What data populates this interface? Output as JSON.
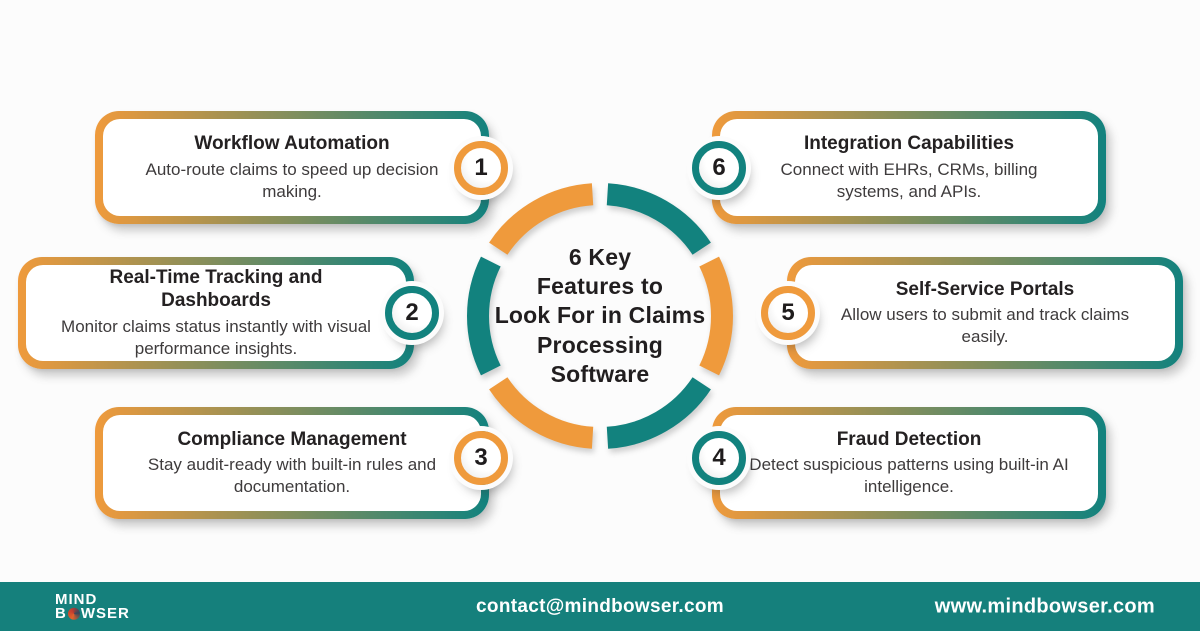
{
  "colors": {
    "orange": "#EF9A3C",
    "teal": "#12827E",
    "footer": "#15807C",
    "text": "#242122",
    "body_text": "#3E3B3C",
    "page_bg": "#FCFCFC",
    "box_bg": "#FFFFFF"
  },
  "center": {
    "title_lines": [
      "6 Key",
      "Features to",
      "Look For in Claims",
      "Processing",
      "Software"
    ]
  },
  "features": [
    {
      "number": "1",
      "title": "Workflow Automation",
      "description": "Auto-route claims to speed up decision making.",
      "ring_color": "orange"
    },
    {
      "number": "2",
      "title": "Real-Time Tracking and Dashboards",
      "description": "Monitor claims status instantly with visual performance insights.",
      "ring_color": "teal"
    },
    {
      "number": "3",
      "title": "Compliance Management",
      "description": "Stay audit-ready with built-in rules and documentation.",
      "ring_color": "orange"
    },
    {
      "number": "4",
      "title": "Fraud Detection",
      "description": "Detect suspicious patterns using built-in AI intelligence.",
      "ring_color": "teal"
    },
    {
      "number": "5",
      "title": "Self-Service Portals",
      "description": "Allow users to submit and track claims easily.",
      "ring_color": "orange"
    },
    {
      "number": "6",
      "title": "Integration Capabilities",
      "description": "Connect with EHRs, CRMs, billing systems, and APIs.",
      "ring_color": "teal"
    }
  ],
  "footer": {
    "logo_line1": "MIND",
    "logo_b": "B",
    "logo_wser": "WSER",
    "email": "contact@mindbowser.com",
    "website": "www.mindbowser.com"
  }
}
